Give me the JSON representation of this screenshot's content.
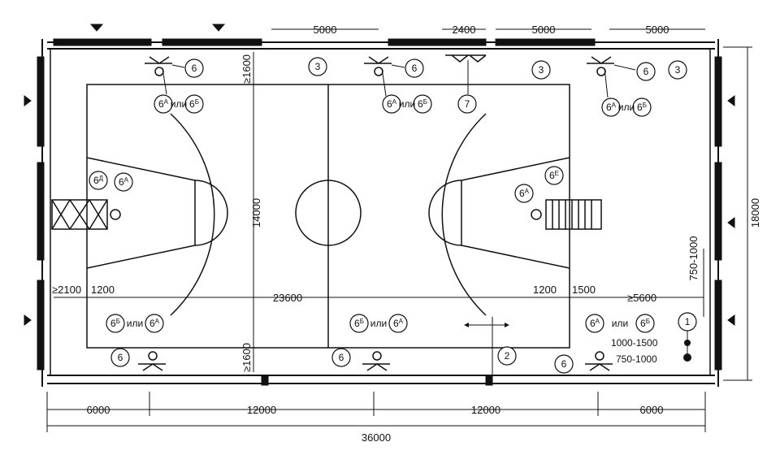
{
  "dimensions": {
    "bay_top_1": "5000",
    "bay_top_2": "2400",
    "bay_top_3": "5000",
    "bay_top_4": "5000",
    "court_length": "23600",
    "court_width": "14000",
    "hall_width": "18000",
    "hall_length": "36000",
    "bottom_1": "6000",
    "bottom_2": "12000",
    "bottom_3": "12000",
    "bottom_4": "6000",
    "offset_end_left": "≥2100",
    "key_offset_left": "1200",
    "key_offset_right": "1200",
    "end_offset_right": "1500",
    "free_zone_right": "≥5600",
    "side_offset_top": "≥1600",
    "side_offset_bottom": "≥1600",
    "vertical_750_1000": "750-1000",
    "range_1000_1500": "1000-1500",
    "range_750_1000": "750-1000"
  },
  "callouts": {
    "c1": "1",
    "c2": "2",
    "c3": "3",
    "c6": "6",
    "c7": "7",
    "c6a": "6",
    "c6a_sup": "А",
    "c6b_sup": "Б",
    "c6d_sup": "Д",
    "c6e_sup": "Е",
    "or_word": "или"
  },
  "colors": {
    "line": "#111111",
    "background": "#ffffff"
  }
}
